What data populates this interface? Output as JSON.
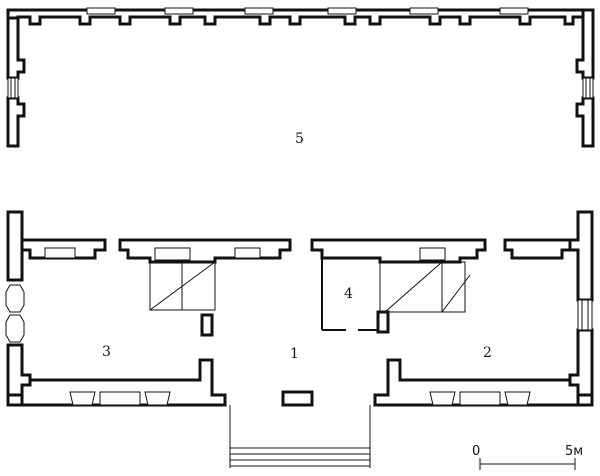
{
  "rooms": [
    {
      "id": "1",
      "label": "1"
    },
    {
      "id": "2",
      "label": "2"
    },
    {
      "id": "3",
      "label": "3"
    },
    {
      "id": "4",
      "label": "4"
    },
    {
      "id": "5",
      "label": "5"
    }
  ],
  "scale": {
    "start": "0",
    "end": "5м"
  }
}
